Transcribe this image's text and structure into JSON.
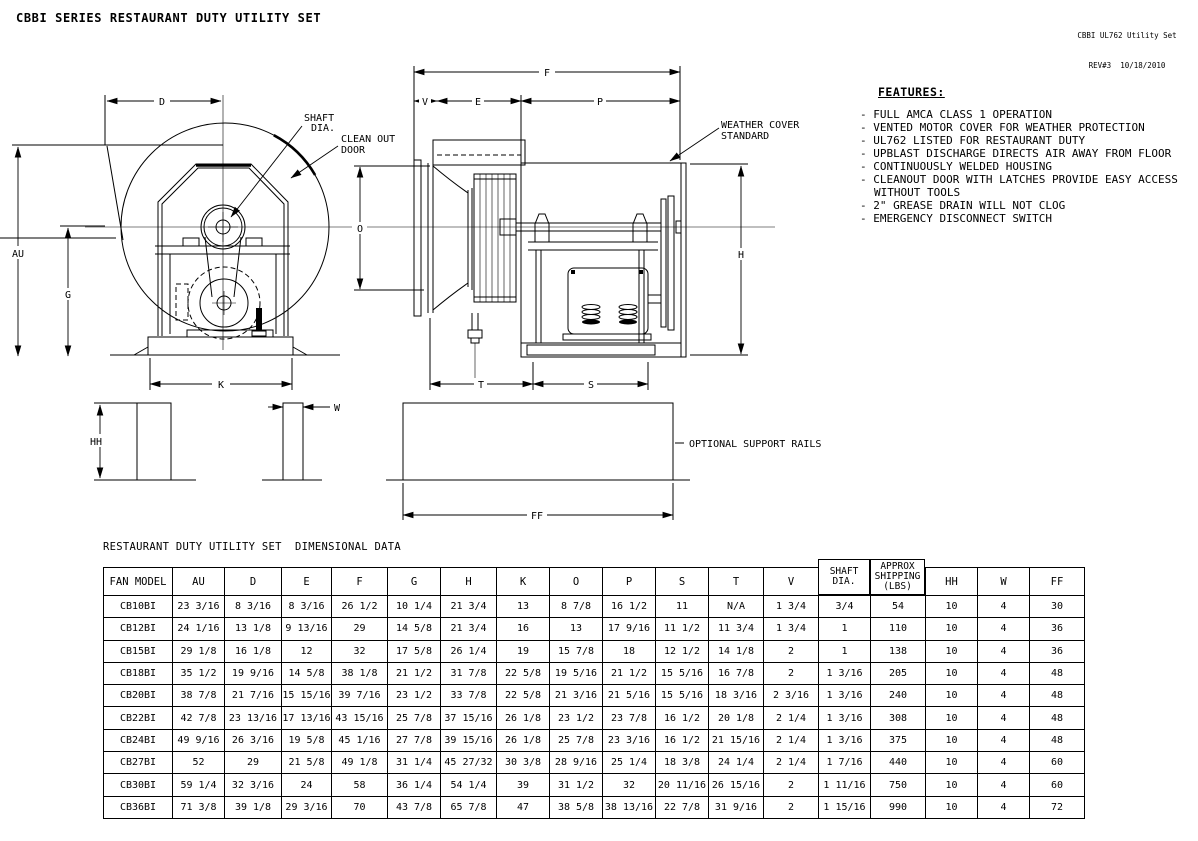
{
  "page": {
    "title": "CBBI SERIES RESTAURANT DUTY UTILITY SET",
    "doc_ref_line1": "CBBI UL762 Utility Set",
    "doc_ref_line2": "REV#3  10/18/2010"
  },
  "features": {
    "heading": "FEATURES:",
    "items": [
      "- FULL AMCA CLASS 1 OPERATION",
      "- VENTED MOTOR COVER FOR WEATHER PROTECTION",
      "- UL762 LISTED FOR RESTAURANT DUTY",
      "- UPBLAST DISCHARGE DIRECTS AIR AWAY FROM FLOOR",
      "- CONTINUOUSLY WELDED HOUSING",
      "- CLEANOUT DOOR WITH LATCHES PROVIDE EASY ACCESS WITHOUT TOOLS",
      "- 2\" GREASE DRAIN WILL NOT CLOG",
      "- EMERGENCY DISCONNECT SWITCH"
    ]
  },
  "drawing": {
    "side_view": {
      "dim_d": "D",
      "dim_au": "AU",
      "dim_g": "G",
      "dim_k": "K",
      "label_shaft_1": "SHAFT",
      "label_shaft_2": "DIA.",
      "label_cleanout_1": "CLEAN OUT",
      "label_cleanout_2": "DOOR"
    },
    "front_view": {
      "dim_f": "F",
      "dim_v": "V",
      "dim_e": "E",
      "dim_p": "P",
      "dim_o": "O",
      "dim_h": "H",
      "dim_t": "T",
      "dim_s": "S",
      "label_weather_1": "WEATHER COVER",
      "label_weather_2": "STANDARD"
    },
    "rails_view": {
      "dim_hh": "HH",
      "dim_w": "W",
      "dim_ff": "FF",
      "label": "OPTIONAL SUPPORT RAILS"
    }
  },
  "table": {
    "title": "RESTAURANT DUTY UTILITY SET  DIMENSIONAL DATA",
    "columns": [
      "FAN MODEL",
      "AU",
      "D",
      "E",
      "F",
      "G",
      "H",
      "K",
      "O",
      "P",
      "S",
      "T",
      "V",
      "SHAFT DIA.",
      "APPROX SHIPPING (LBS)",
      "HH",
      "W",
      "FF"
    ],
    "rows": [
      [
        "CB10BI",
        "23 3/16",
        "8 3/16",
        "8 3/16",
        "26 1/2",
        "10 1/4",
        "21 3/4",
        "13",
        "8 7/8",
        "16 1/2",
        "11",
        "N/A",
        "1 3/4",
        "3/4",
        "54",
        "10",
        "4",
        "30"
      ],
      [
        "CB12BI",
        "24 1/16",
        "13 1/8",
        "9 13/16",
        "29",
        "14 5/8",
        "21 3/4",
        "16",
        "13",
        "17 9/16",
        "11 1/2",
        "11 3/4",
        "1 3/4",
        "1",
        "110",
        "10",
        "4",
        "36"
      ],
      [
        "CB15BI",
        "29 1/8",
        "16 1/8",
        "12",
        "32",
        "17 5/8",
        "26 1/4",
        "19",
        "15 7/8",
        "18",
        "12 1/2",
        "14 1/8",
        "2",
        "1",
        "138",
        "10",
        "4",
        "36"
      ],
      [
        "CB18BI",
        "35 1/2",
        "19 9/16",
        "14 5/8",
        "38 1/8",
        "21 1/2",
        "31 7/8",
        "22 5/8",
        "19 5/16",
        "21 1/2",
        "15 5/16",
        "16 7/8",
        "2",
        "1 3/16",
        "205",
        "10",
        "4",
        "48"
      ],
      [
        "CB20BI",
        "38 7/8",
        "21 7/16",
        "15 15/16",
        "39 7/16",
        "23 1/2",
        "33 7/8",
        "22 5/8",
        "21 3/16",
        "21 5/16",
        "15 5/16",
        "18 3/16",
        "2 3/16",
        "1 3/16",
        "240",
        "10",
        "4",
        "48"
      ],
      [
        "CB22BI",
        "42 7/8",
        "23 13/16",
        "17 13/16",
        "43 15/16",
        "25 7/8",
        "37 15/16",
        "26 1/8",
        "23 1/2",
        "23 7/8",
        "16 1/2",
        "20 1/8",
        "2 1/4",
        "1 3/16",
        "308",
        "10",
        "4",
        "48"
      ],
      [
        "CB24BI",
        "49 9/16",
        "26 3/16",
        "19 5/8",
        "45 1/16",
        "27 7/8",
        "39 15/16",
        "26 1/8",
        "25 7/8",
        "23 3/16",
        "16 1/2",
        "21 15/16",
        "2 1/4",
        "1 3/16",
        "375",
        "10",
        "4",
        "48"
      ],
      [
        "CB27BI",
        "52",
        "29",
        "21 5/8",
        "49 1/8",
        "31 1/4",
        "45 27/32",
        "30 3/8",
        "28 9/16",
        "25 1/4",
        "18 3/8",
        "24 1/4",
        "2 1/4",
        "1 7/16",
        "440",
        "10",
        "4",
        "60"
      ],
      [
        "CB30BI",
        "59 1/4",
        "32 3/16",
        "24",
        "58",
        "36 1/4",
        "54 1/4",
        "39",
        "31 1/2",
        "32",
        "20 11/16",
        "26 15/16",
        "2",
        "1 11/16",
        "750",
        "10",
        "4",
        "60"
      ],
      [
        "CB36BI",
        "71 3/8",
        "39 1/8",
        "29 3/16",
        "70",
        "43 7/8",
        "65 7/8",
        "47",
        "38 5/8",
        "38 13/16",
        "22 7/8",
        "31 9/16",
        "2",
        "1 15/16",
        "990",
        "10",
        "4",
        "72"
      ]
    ]
  }
}
